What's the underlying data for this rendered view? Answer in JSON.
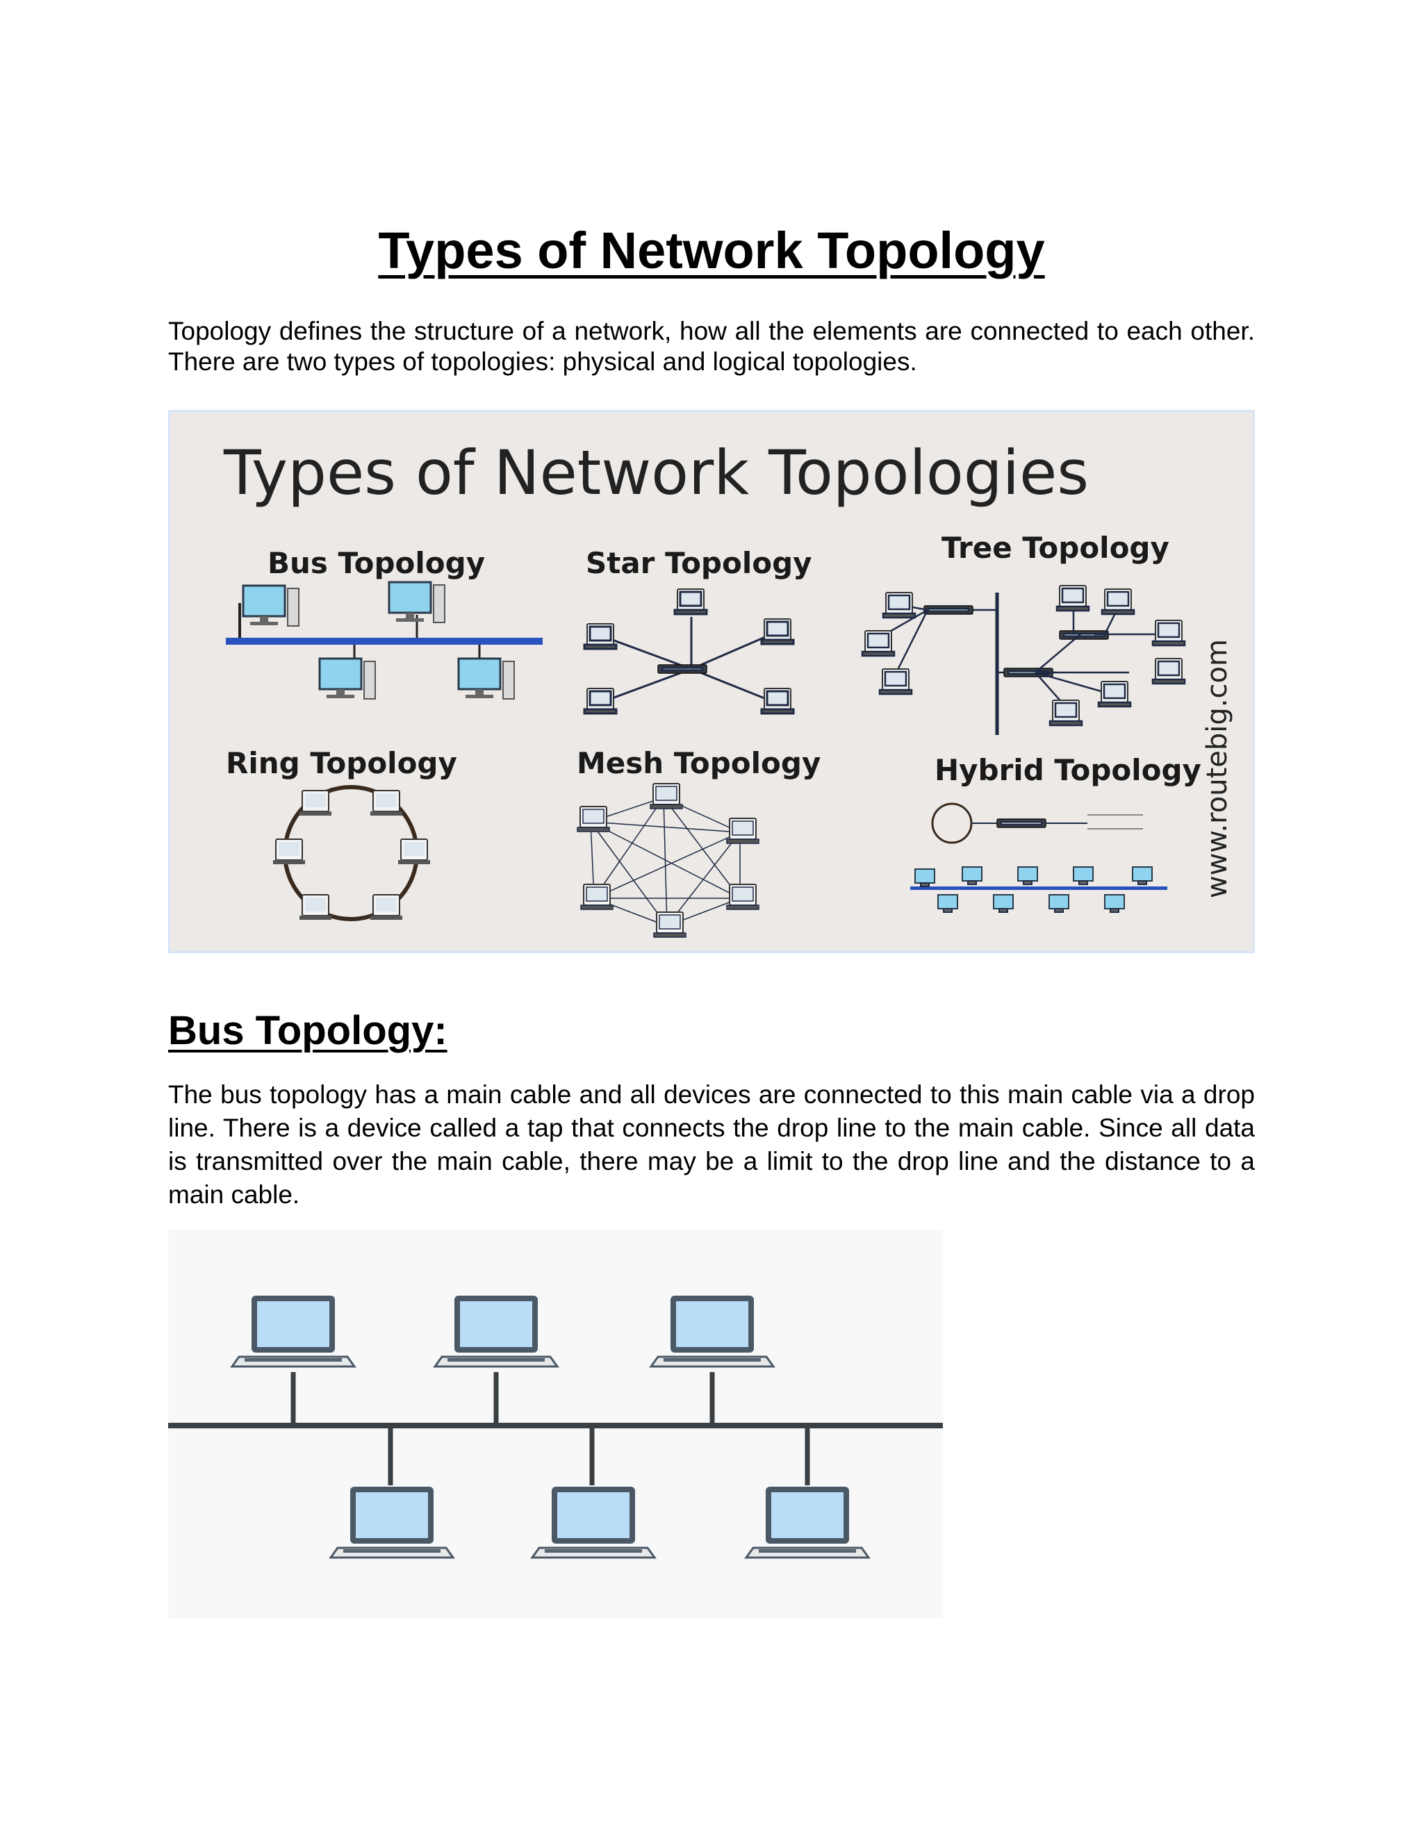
{
  "document": {
    "title": "Types of Network Topology",
    "intro": "Topology defines the structure of a network, how all the elements are connected to each other. There are two types of topologies: physical and logical topologies."
  },
  "banner": {
    "title": "Types of Network Topologies",
    "watermark": "www.routebig.com",
    "panels": {
      "bus": "Bus Topology",
      "star": "Star Topology",
      "tree": "Tree Topology",
      "ring": "Ring Topology",
      "mesh": "Mesh Topology",
      "hybrid": "Hybrid Topology"
    },
    "colors": {
      "bus_cable": "#2a52be",
      "ring_cable": "#3a2a1e",
      "screen": "#8fd3ee",
      "line": "#1e2a44"
    }
  },
  "bus_section": {
    "heading": "Bus Topology:",
    "text": "The bus topology has a main cable and all devices are connected to this main cable via a drop line. There is a device called a tap that connects the drop line to the main cable. Since all data is transmitted over the main cable, there may be a limit to the drop line and the distance to a main cable.",
    "colors": {
      "cable": "#3a3f44",
      "laptop_screen": "#b9dcf7",
      "laptop_frame": "#4b5966"
    }
  }
}
